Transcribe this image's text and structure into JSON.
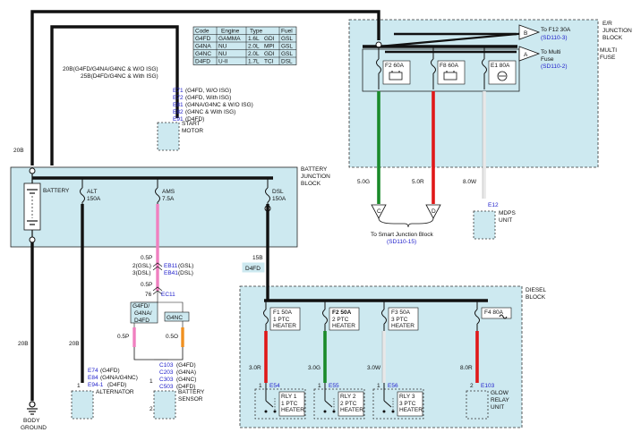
{
  "engine_table": {
    "headers": [
      "Code",
      "Engine",
      "Type",
      "Fuel"
    ],
    "rows": [
      [
        "G4FD",
        "GAMMA",
        "1.6L",
        "GDI",
        "GSL"
      ],
      [
        "G4NA",
        "NU",
        "2.0L",
        "MPI",
        "GSL"
      ],
      [
        "G4NC",
        "NU",
        "2.0L",
        "GDI",
        "GSL"
      ],
      [
        "D4FD",
        "U-II",
        "1.7L",
        "TCI",
        "DSL"
      ]
    ]
  },
  "er_block": {
    "title": [
      "E/R",
      "JUNCTION",
      "BLOCK"
    ],
    "connector_b_letter": "B",
    "connector_b_label": "To F12 30A",
    "connector_b_ref": "(SD110-3)",
    "connector_a_letter": "A",
    "connector_a_label": [
      "To Multi",
      "Fuse"
    ],
    "connector_a_ref": "(SD110-2)",
    "multi_fuse_label": [
      "MULTI",
      "FUSE"
    ],
    "fuses": [
      {
        "name": "F2 60A",
        "wire": "5.0G",
        "color": "#1a8a2a",
        "letter": "C"
      },
      {
        "name": "F8 60A",
        "wire": "5.0R",
        "color": "#e01818",
        "letter": "D"
      },
      {
        "name": "E1 80A",
        "wire": "8.0W",
        "color": "#e8e8e8",
        "connector": "E12"
      }
    ],
    "smart_label": "To Smart Junction Block",
    "smart_ref": "(SD110-15)",
    "mdps_label": [
      "MDPS",
      "UNIT"
    ]
  },
  "start_motor": {
    "wire_note_1": "20B(G4FD/G4NA/G4NC & W/O ISG)",
    "wire_note_2": "25B(D4FD/G4NC & With ISG)",
    "connectors": [
      {
        "code": "E71",
        "desc": "(G4FD, W/O ISG)"
      },
      {
        "code": "E72",
        "desc": "(G4FD, With ISG)"
      },
      {
        "code": "E81",
        "desc": "(G4NA/G4NC & W/O ISG)"
      },
      {
        "code": "E82",
        "desc": "(G4NC & With ISG)"
      },
      {
        "code": "E91",
        "desc": "(D4FD)"
      }
    ],
    "label": [
      "START",
      "MOTOR"
    ]
  },
  "battery_block": {
    "title": [
      "BATTERY",
      "JUNCTION",
      "BLOCK"
    ],
    "battery_label": "BATTERY",
    "left_wire": "20B",
    "fuses": [
      {
        "name": "ALT",
        "rating": "150A"
      },
      {
        "name": "AMS",
        "rating": "7.5A"
      },
      {
        "name": "DSL",
        "rating": "150A"
      }
    ]
  },
  "ams_circuit": {
    "wire_top": "0.5P",
    "conn1_a": "2(GSL)",
    "conn1_a_code": "EB11",
    "conn1_a_note": "(GSL)",
    "conn1_b": "3(DSL)",
    "conn1_b_code": "EB41",
    "conn1_b_note": "(DSL)",
    "wire_mid": "0.5P",
    "conn2_pin": "76",
    "conn2_code": "EC11",
    "branch_left": [
      "G4FD/",
      "G4NA/",
      "D4FD"
    ],
    "branch_right": "G4NC",
    "wire_left": "0.5P",
    "wire_right": "0.5O",
    "sensor_connectors": [
      {
        "code": "C103",
        "desc": "(G4FD)"
      },
      {
        "code": "C203",
        "desc": "(G4NA)"
      },
      {
        "code": "C303",
        "desc": "(G4NC)"
      },
      {
        "code": "C503",
        "desc": "(D4FD)"
      }
    ],
    "sensor_label": [
      "BATTERY",
      "SENSOR"
    ],
    "pin_1": "1",
    "pin_2": "2"
  },
  "alternator": {
    "wire": "20B",
    "pin": "1",
    "connectors": [
      {
        "code": "E74",
        "desc": "(G4FD)"
      },
      {
        "code": "E84",
        "desc": "(G4NA/G4NC)"
      },
      {
        "code": "E94-1",
        "desc": "(D4FD)"
      }
    ],
    "label": "ALTERNATOR"
  },
  "ground": {
    "wire": "20B",
    "label": [
      "BODY",
      "GROUND"
    ]
  },
  "dsl_wire": {
    "wire": "15B",
    "badge": "D4FD"
  },
  "diesel_block": {
    "title": [
      "DIESEL",
      "BLOCK"
    ],
    "fuses": [
      {
        "name": "F1 50A",
        "sub": [
          "1 PTC",
          "HEATER"
        ],
        "wire": "3.0R",
        "color": "#e01818",
        "pin": "1",
        "conn": "E54",
        "relay": "RLY 1",
        "relay_sub": [
          "1 PTC",
          "HEATER"
        ]
      },
      {
        "name": "F2 50A",
        "sub": [
          "2 PTC",
          "HEATER"
        ],
        "wire": "3.0G",
        "color": "#1a8a2a",
        "pin": "1",
        "conn": "E55",
        "relay": "RLY 2",
        "relay_sub": [
          "2 PTC",
          "HEATER"
        ]
      },
      {
        "name": "F3 50A",
        "sub": [
          "3 PTC",
          "HEATER"
        ],
        "wire": "3.0W",
        "color": "#e8e8e8",
        "pin": "1",
        "conn": "E56",
        "relay": "RLY 3",
        "relay_sub": [
          "3 PTC",
          "HEATER"
        ]
      },
      {
        "name": "F4 80A",
        "sub": [],
        "wire": "8.0R",
        "color": "#e01818",
        "pin": "2",
        "conn": "E103",
        "label": [
          "GLOW",
          "RELAY",
          "UNIT"
        ]
      }
    ]
  },
  "colors": {
    "block_fill": "#cde9f0",
    "wire_black": "#111111",
    "wire_pink": "#f080c0",
    "wire_orange": "#f09020",
    "ref_blue": "#2222cc"
  }
}
